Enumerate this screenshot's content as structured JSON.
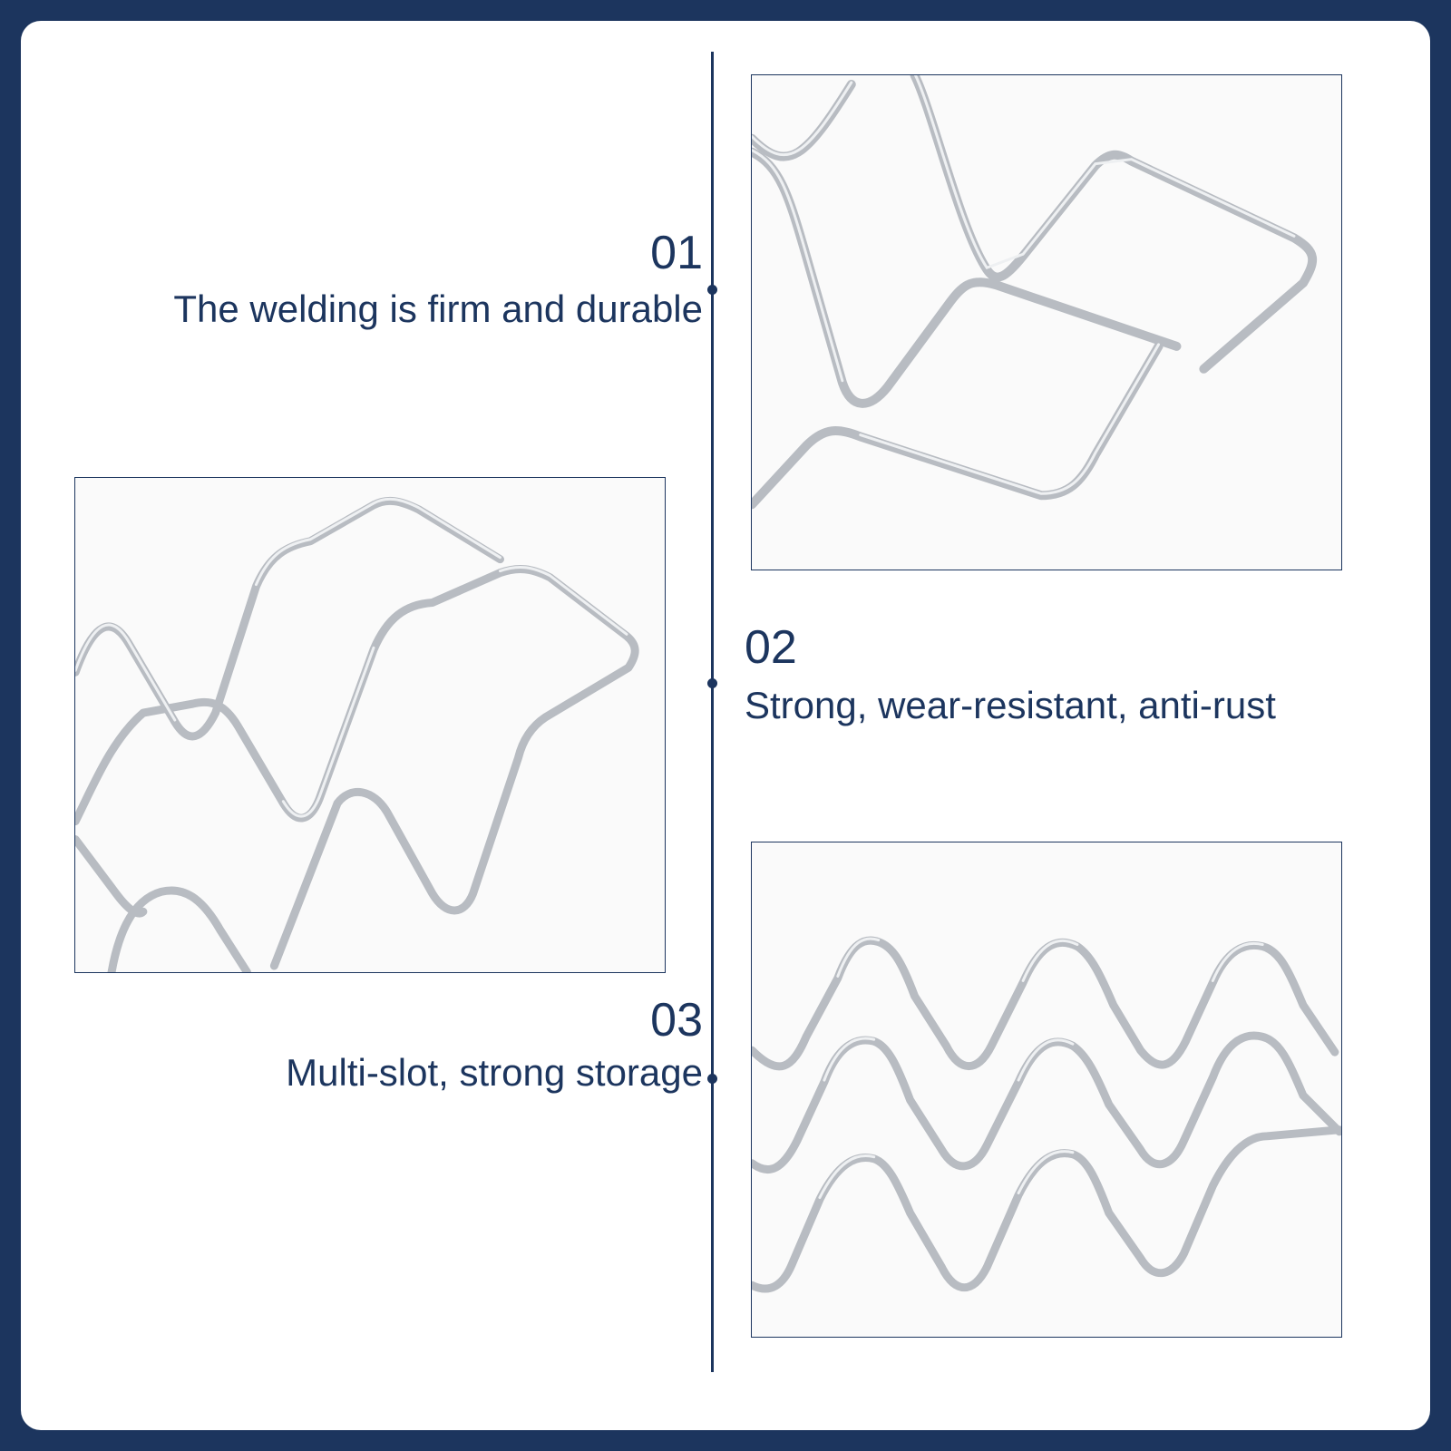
{
  "features": [
    {
      "number": "01",
      "text": "The welding is firm and durable"
    },
    {
      "number": "02",
      "text": "Strong, wear-resistant, anti-rust"
    },
    {
      "number": "03",
      "text": "Multi-slot, strong storage"
    }
  ],
  "colors": {
    "background": "#1c355e",
    "card": "#ffffff",
    "accent": "#1c355e",
    "wire": "#b8bcc2"
  },
  "images": [
    {
      "name": "welded-joint-closeup"
    },
    {
      "name": "wavy-frame-side-view"
    },
    {
      "name": "multi-slot-wave-rows"
    }
  ]
}
